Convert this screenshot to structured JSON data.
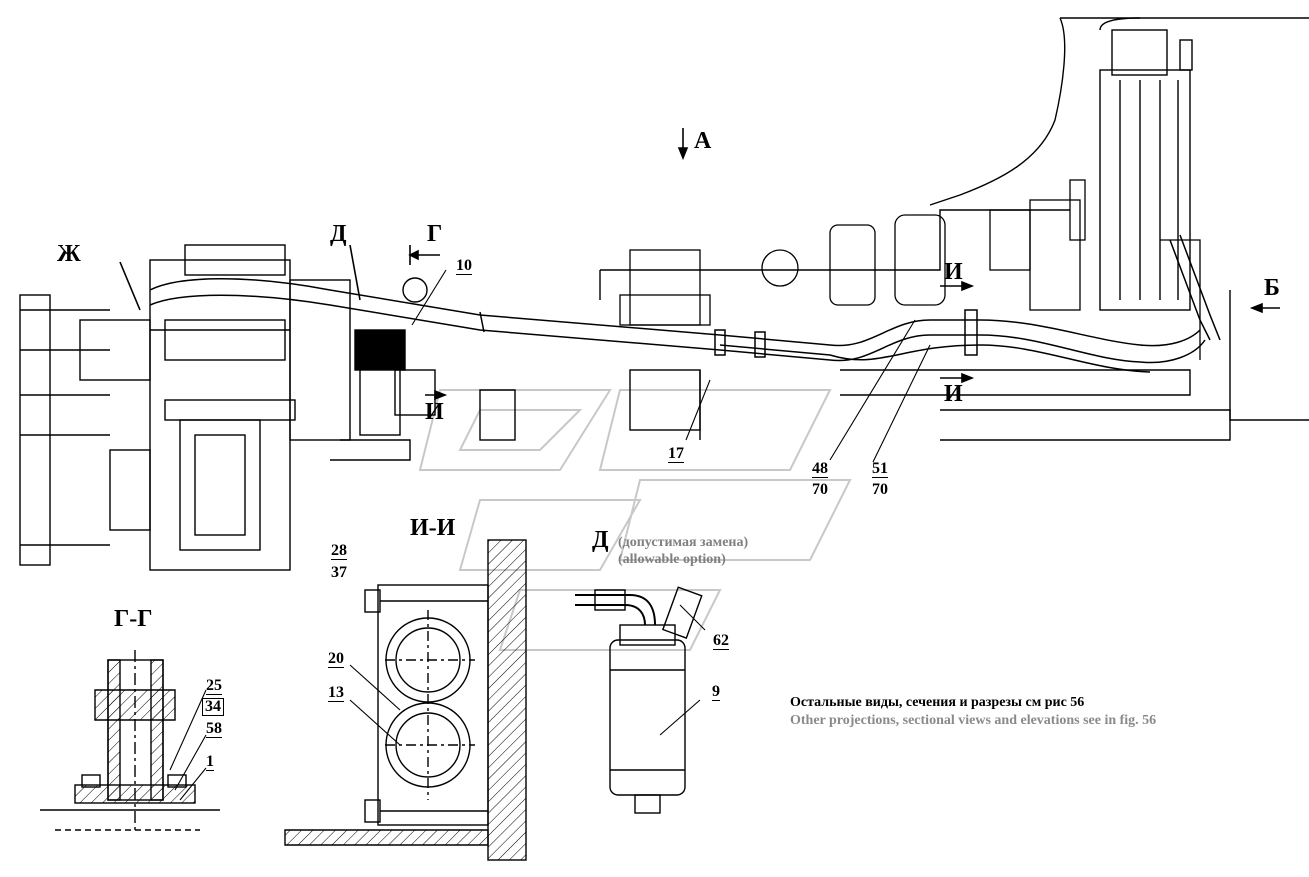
{
  "views": {
    "arrow_a": "А",
    "arrow_b": "Б",
    "arrow_g": "Г",
    "arrow_d": "Д",
    "arrow_zh": "Ж",
    "arrow_i_top": "И",
    "arrow_i_bottom": "И",
    "arrow_i_left": "И"
  },
  "sections": {
    "g_g": "Г-Г",
    "i_i": "И-И",
    "d_title": "Д",
    "d_caption_ru": "(допустимая замена)",
    "d_caption_en": "(allowable option)"
  },
  "callouts": {
    "c10": "10",
    "c17": "17",
    "c48": "48",
    "c70a": "70",
    "c51": "51",
    "c70b": "70",
    "c28": "28",
    "c37": "37",
    "c20": "20",
    "c13": "13",
    "c25": "25",
    "c34": "34",
    "c58": "58",
    "c1": "1",
    "c62": "62",
    "c9": "9"
  },
  "notes": {
    "ru": "Остальные виды, сечения и разрезы см рис 56",
    "en": "Other projections, sectional views and elevations see in fig. 56"
  }
}
